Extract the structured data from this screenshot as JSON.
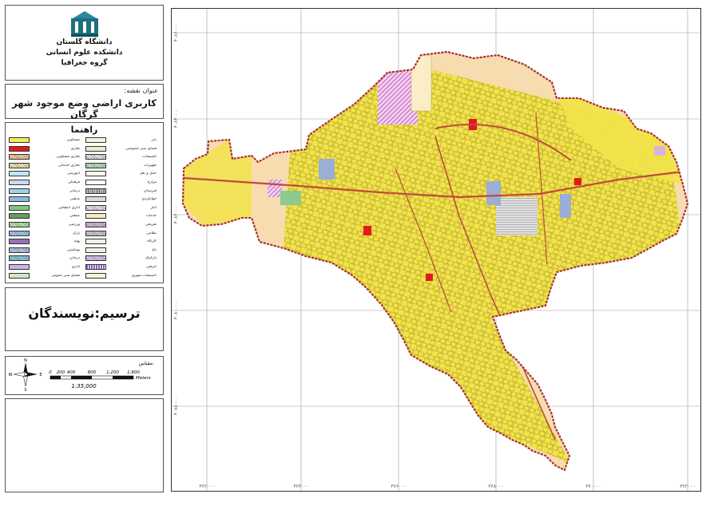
{
  "header": {
    "line1": "دانشگاه گلستان",
    "line2": "دانشکده علوم انسانی",
    "line3": "گروه جغرافیا"
  },
  "title": {
    "label": "عنوان نقشه:",
    "text": "کاربری اراضی وضع موجود شهر گرگان"
  },
  "legend": {
    "heading": "راهنما",
    "left": [
      {
        "label": "مسکونی",
        "color": "#f5ea5a",
        "pattern": "solid"
      },
      {
        "label": "تجاری",
        "color": "#e31a1c",
        "pattern": "solid"
      },
      {
        "label": "تجاری مسکونی",
        "color": "#f2c9a0",
        "pattern": "hatch"
      },
      {
        "label": "تجاری خدماتی",
        "color": "#f0e6b0",
        "pattern": "hatch"
      },
      {
        "label": "آموزشی",
        "color": "#bfe7f2",
        "pattern": "solid"
      },
      {
        "label": "فرهنگی",
        "color": "#c9d9f5",
        "pattern": "solid"
      },
      {
        "label": "درمانی",
        "color": "#9cd3ea",
        "pattern": "solid"
      },
      {
        "label": "مذهبی",
        "color": "#8fb8e0",
        "pattern": "solid"
      },
      {
        "label": "اداری انتظامی",
        "color": "#7fc97f",
        "pattern": "solid"
      },
      {
        "label": "صنعتی",
        "color": "#5aa85a",
        "pattern": "hatch"
      },
      {
        "label": "ورزشی",
        "color": "#b7e3a8",
        "pattern": "hatch"
      },
      {
        "label": "پارک",
        "color": "#9bc9f0",
        "pattern": "hatch"
      },
      {
        "label": "پهنه",
        "color": "#9b6fd1",
        "pattern": "hatch"
      },
      {
        "label": "بهداشتی",
        "color": "#a8c8ee",
        "pattern": "hatch"
      },
      {
        "label": "درمانی",
        "color": "#86c5e3",
        "pattern": "hatch"
      },
      {
        "label": "اداری",
        "color": "#c8b4e6",
        "pattern": "solid"
      },
      {
        "label": "فضای سبز عمومی",
        "color": "#cfe8c1",
        "pattern": "solid"
      }
    ],
    "right": [
      {
        "label": "بایر",
        "color": "#f3f3e1",
        "pattern": "solid"
      },
      {
        "label": "فضای سبز خصوصی",
        "color": "#e3f3c8",
        "pattern": "solid"
      },
      {
        "label": "تاسیسات",
        "color": "#e5e5e5",
        "pattern": "hatch"
      },
      {
        "label": "تجهیزات",
        "color": "#b5e2b5",
        "pattern": "hatch"
      },
      {
        "label": "حمل و نقل",
        "color": "#f5f5f5",
        "pattern": "solid"
      },
      {
        "label": "مزارع",
        "color": "#fafaf0",
        "pattern": "solid"
      },
      {
        "label": "قبرستان",
        "color": "#bdbdbd",
        "pattern": "vert"
      },
      {
        "label": "جهانگردی",
        "color": "#dcdcdc",
        "pattern": "solid"
      },
      {
        "label": "انبار",
        "color": "#e6e6e6",
        "pattern": "hatch"
      },
      {
        "label": "خدمات",
        "color": "#f7e8c0",
        "pattern": "solid"
      },
      {
        "label": "تفریحی",
        "color": "#d6b3e0",
        "pattern": "hatch"
      },
      {
        "label": "نظامی",
        "color": "#cccccc",
        "pattern": "hatch"
      },
      {
        "label": "کارگاه",
        "color": "#f0f0f0",
        "pattern": "solid"
      },
      {
        "label": "باغ",
        "color": "#e9f7e0",
        "pattern": "solid"
      },
      {
        "label": "پارکینگ",
        "color": "#d9c4ea",
        "pattern": "hatch"
      },
      {
        "label": "تاریخی",
        "color": "#8a5fbf",
        "pattern": "grid"
      },
      {
        "label": "تاسیسات شهری",
        "color": "#f4f4d8",
        "pattern": "solid"
      }
    ]
  },
  "credit": {
    "text": "ترسیم:نویسندگان"
  },
  "scale": {
    "label": "مقیاس:",
    "ticks": [
      "0",
      "200",
      "400",
      "800",
      "1,200",
      "1,600"
    ],
    "unit": "Meters",
    "ratio": "1:35,000",
    "north": "N",
    "south": "S",
    "east": "E",
    "west": "W"
  },
  "map": {
    "x_labels": [
      "۳۶۲۰۰۰",
      "۳۶۴۰۰۰",
      "۳۶۶۰۰۰",
      "۳۶۸۰۰۰",
      "۳۷۰۰۰۰",
      "۳۷۲۰۰۰"
    ],
    "y_labels": [
      "۴۰۸۶۰۰۰",
      "۴۰۸۴۰۰۰",
      "۴۰۸۲۰۰۰",
      "۴۰۸۰۰۰۰",
      "۴۰۷۸۰۰۰"
    ],
    "colors": {
      "residential": "#f2e34a",
      "boundary": "#a8322e",
      "road": "#c04a40",
      "vacant": "#f7dcb0",
      "commercial": "#e31a1c",
      "industrial": "#cc66cc",
      "public": "#9aaed6"
    }
  }
}
